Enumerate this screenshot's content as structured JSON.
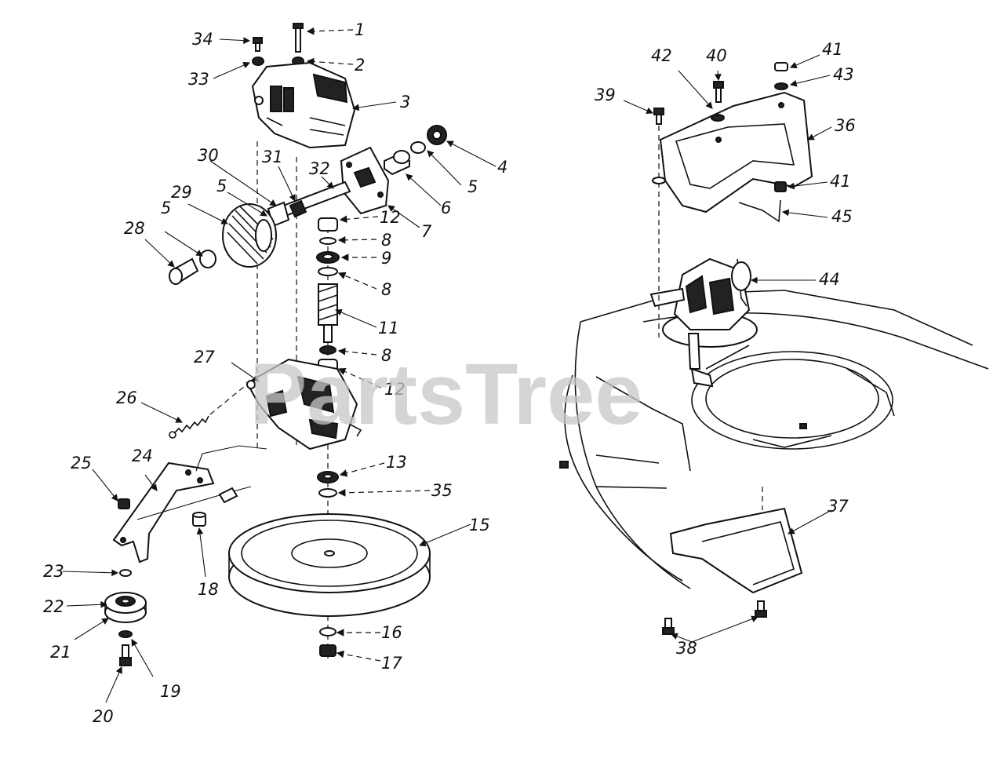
{
  "watermark": "PartsTree",
  "callouts": [
    {
      "id": "c1",
      "label": "1"
    },
    {
      "id": "c2",
      "label": "2"
    },
    {
      "id": "c3",
      "label": "3"
    },
    {
      "id": "c4",
      "label": "4"
    },
    {
      "id": "c5a",
      "label": "5"
    },
    {
      "id": "c5b",
      "label": "5"
    },
    {
      "id": "c5c",
      "label": "5"
    },
    {
      "id": "c6",
      "label": "6"
    },
    {
      "id": "c7",
      "label": "7"
    },
    {
      "id": "c8a",
      "label": "8"
    },
    {
      "id": "c8b",
      "label": "8"
    },
    {
      "id": "c8c",
      "label": "8"
    },
    {
      "id": "c9",
      "label": "9"
    },
    {
      "id": "c11",
      "label": "11"
    },
    {
      "id": "c12a",
      "label": "12"
    },
    {
      "id": "c12b",
      "label": "12"
    },
    {
      "id": "c13",
      "label": "13"
    },
    {
      "id": "c15",
      "label": "15"
    },
    {
      "id": "c16",
      "label": "16"
    },
    {
      "id": "c17",
      "label": "17"
    },
    {
      "id": "c18",
      "label": "18"
    },
    {
      "id": "c19",
      "label": "19"
    },
    {
      "id": "c20",
      "label": "20"
    },
    {
      "id": "c21",
      "label": "21"
    },
    {
      "id": "c22",
      "label": "22"
    },
    {
      "id": "c23",
      "label": "23"
    },
    {
      "id": "c24",
      "label": "24"
    },
    {
      "id": "c25",
      "label": "25"
    },
    {
      "id": "c26",
      "label": "26"
    },
    {
      "id": "c27",
      "label": "27"
    },
    {
      "id": "c28",
      "label": "28"
    },
    {
      "id": "c29",
      "label": "29"
    },
    {
      "id": "c30",
      "label": "30"
    },
    {
      "id": "c31",
      "label": "31"
    },
    {
      "id": "c32",
      "label": "32"
    },
    {
      "id": "c33",
      "label": "33"
    },
    {
      "id": "c34",
      "label": "34"
    },
    {
      "id": "c35",
      "label": "35"
    },
    {
      "id": "c36",
      "label": "36"
    },
    {
      "id": "c37",
      "label": "37"
    },
    {
      "id": "c38",
      "label": "38"
    },
    {
      "id": "c39",
      "label": "39"
    },
    {
      "id": "c40",
      "label": "40"
    },
    {
      "id": "c41a",
      "label": "41"
    },
    {
      "id": "c41b",
      "label": "41"
    },
    {
      "id": "c42",
      "label": "42"
    },
    {
      "id": "c43",
      "label": "43"
    },
    {
      "id": "c44",
      "label": "44"
    },
    {
      "id": "c45",
      "label": "45"
    }
  ]
}
